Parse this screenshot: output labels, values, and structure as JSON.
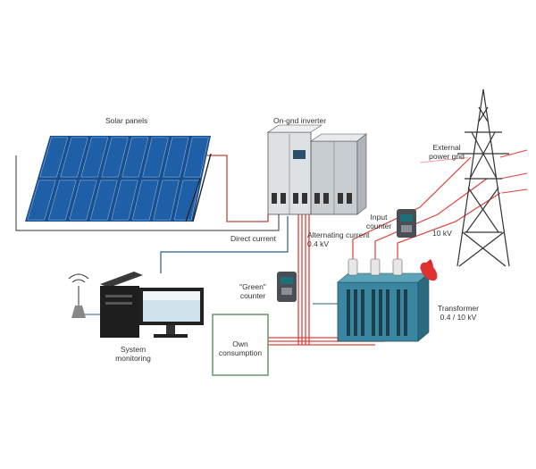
{
  "labels": {
    "solar_panels": "Solar panels",
    "inverter": "On-gnd inverter",
    "external_grid_1": "External",
    "external_grid_2": "power gnd",
    "direct_current": "Direct current",
    "alternating_current_1": "Alternating current",
    "alternating_current_2": "0.4 kV",
    "input_counter_1": "Input",
    "input_counter_2": "counter",
    "voltage_10kv": "10 kV",
    "green_counter_1": "\"Green\"",
    "green_counter_2": "counter",
    "transformer_1": "Transformer",
    "transformer_2": "0.4 / 10 kV",
    "own_consumption_1": "Own",
    "own_consumption_2": "consumption",
    "system_monitoring_1": "System",
    "system_monitoring_2": "monitoring"
  },
  "colors": {
    "ac_line": "#e0403a",
    "dc_line": "#b84a3a",
    "data_line": "#2a5f8a",
    "panel_blue": "#1f5fa8",
    "cabinet": "#d9dde0",
    "transformer_body": "#3f8fa8",
    "own_box_border": "#5c8f5c"
  },
  "icons": [
    "solar-panel-icon",
    "inverter-cabinet-icon",
    "power-pylon-icon",
    "meter-icon",
    "transformer-icon",
    "computer-tower-icon",
    "monitor-icon",
    "antenna-icon"
  ]
}
